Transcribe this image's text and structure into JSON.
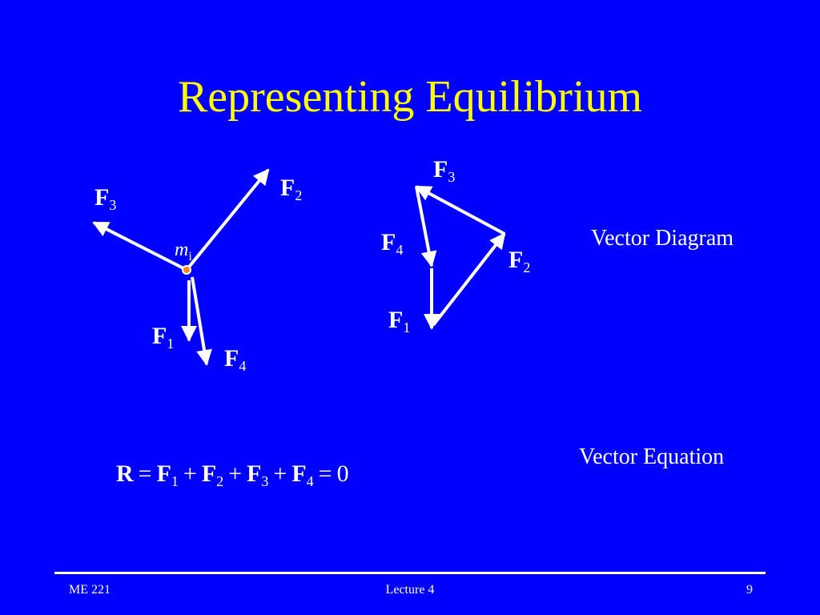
{
  "slide": {
    "title": "Representing Equilibrium",
    "colors": {
      "background": "#0000ff",
      "title": "#ffff00",
      "text": "#ffffff",
      "mass_point": "#ff8c1a"
    },
    "left_diagram": {
      "mass_label": {
        "symbol": "m",
        "subscript": "i"
      },
      "forces": [
        {
          "symbol": "F",
          "subscript": "1"
        },
        {
          "symbol": "F",
          "subscript": "2"
        },
        {
          "symbol": "F",
          "subscript": "3"
        },
        {
          "symbol": "F",
          "subscript": "4"
        }
      ]
    },
    "right_diagram": {
      "forces": [
        {
          "symbol": "F",
          "subscript": "1"
        },
        {
          "symbol": "F",
          "subscript": "2"
        },
        {
          "symbol": "F",
          "subscript": "3"
        },
        {
          "symbol": "F",
          "subscript": "4"
        }
      ],
      "caption": "Vector Diagram"
    },
    "equation": {
      "caption": "Vector Equation",
      "lhs": "R",
      "equals": "=",
      "plus": "+",
      "terms": [
        {
          "symbol": "F",
          "subscript": "1"
        },
        {
          "symbol": "F",
          "subscript": "2"
        },
        {
          "symbol": "F",
          "subscript": "3"
        },
        {
          "symbol": "F",
          "subscript": "4"
        }
      ],
      "rhs": "0"
    }
  },
  "footer": {
    "course": "ME 221",
    "lecture": "Lecture 4",
    "page": "9"
  }
}
